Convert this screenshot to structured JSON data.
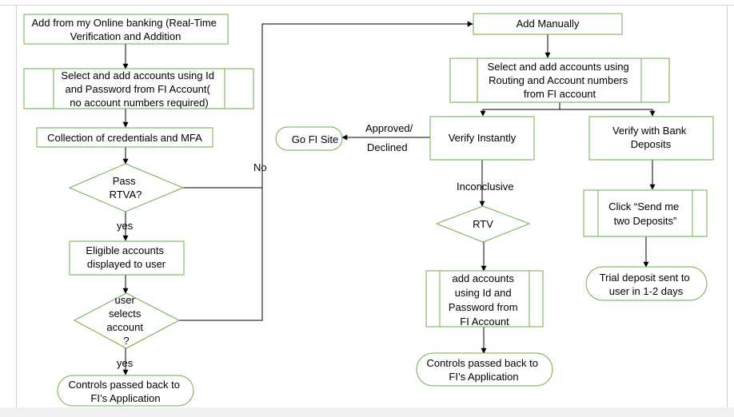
{
  "nodes": {
    "online_banking": [
      "Add from my Online banking (Real-Time",
      "Verification and Addition"
    ],
    "select_id_password": [
      "Select and add accounts using Id",
      "and Password from FI Account(",
      "no account numbers required)"
    ],
    "collect_credentials": [
      "Collection of credentials and MFA"
    ],
    "pass_rtva": [
      "Pass",
      "RTVA?"
    ],
    "eligible_accounts": [
      "Eligible accounts",
      "displayed to user"
    ],
    "user_selects": [
      "user",
      "selects",
      "account",
      "?"
    ],
    "controls_back_left": [
      "Controls passed back to",
      "FI’s Application"
    ],
    "add_manually": [
      "Add Manually"
    ],
    "select_routing": [
      "Select and add accounts using",
      "Routing and Account numbers",
      "from FI account"
    ],
    "go_fi_site": [
      "Go FI Site"
    ],
    "verify_instantly": [
      "Verify Instantly"
    ],
    "verify_bank_deposits": [
      "Verify with Bank",
      "Deposits"
    ],
    "rtv": [
      "RTV"
    ],
    "add_id_password": [
      "add accounts",
      "using Id and",
      "Password from",
      "FI Account"
    ],
    "controls_back_mid": [
      "Controls passed back to",
      "FI’s Application"
    ],
    "send_deposits": [
      "Click “Send me",
      "two Deposits”"
    ],
    "trial_deposit": [
      "Trial deposit sent to",
      "user in 1-2 days"
    ]
  },
  "edge_labels": {
    "no": "No",
    "yes_rtva": "yes",
    "yes_select": "yes",
    "approved": "Approved/",
    "declined": "Declined",
    "inconclusive": "Inconclusive"
  },
  "colors": {
    "border": "#70ad47",
    "line": "#000000",
    "frame": "#d9d9d9"
  }
}
